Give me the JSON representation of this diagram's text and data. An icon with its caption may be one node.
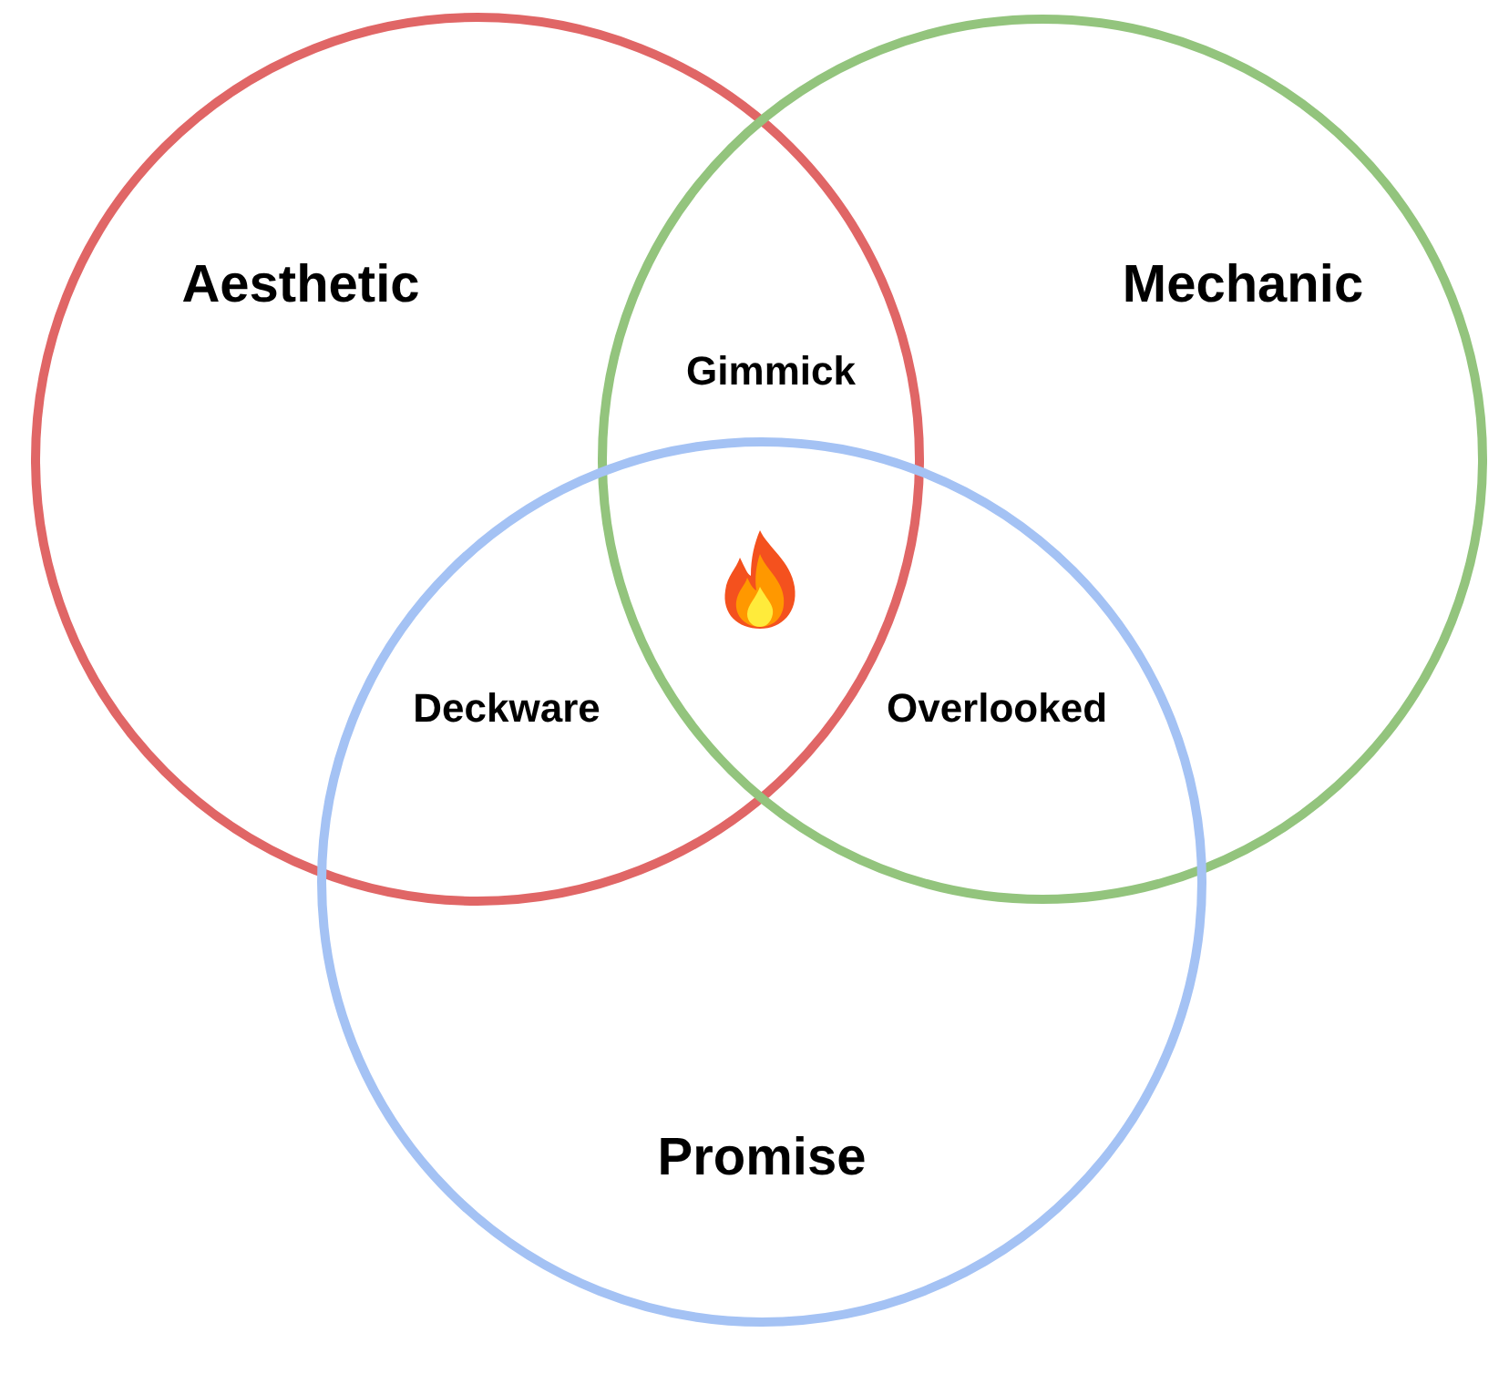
{
  "diagram": {
    "nodes": [
      {
        "text": [
          "Aesthetic"
        ]
      },
      {
        "text": [
          "Mechanic"
        ]
      },
      {
        "text": [
          "Promise"
        ]
      }
    ],
    "labels": [
      "Gimmick",
      "Deckware",
      "Overlooked"
    ]
  }
}
